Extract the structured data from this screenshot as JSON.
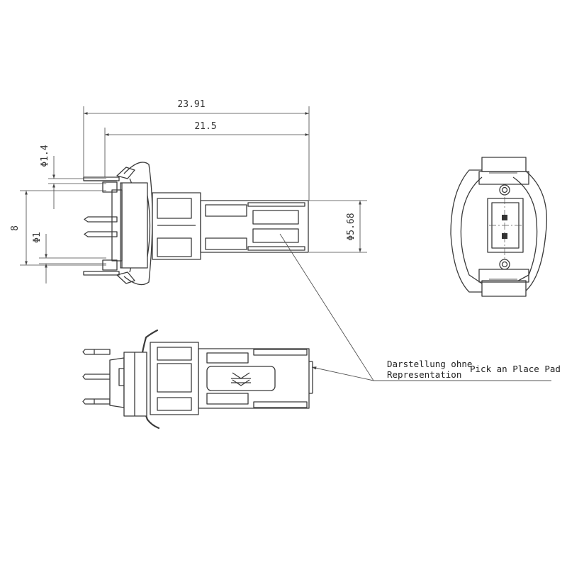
{
  "dimensions": {
    "overall_length": "23.91",
    "body_length": "21.5",
    "pin_diameter_top": "Φ1.4",
    "pin_diameter_bottom": "Φ1",
    "pin_spacing": "8",
    "body_diameter": "Φ5.68"
  },
  "note": {
    "line1": "Darstellung ohne",
    "line2": "Representation",
    "line3": "Pick an Place Pad"
  }
}
